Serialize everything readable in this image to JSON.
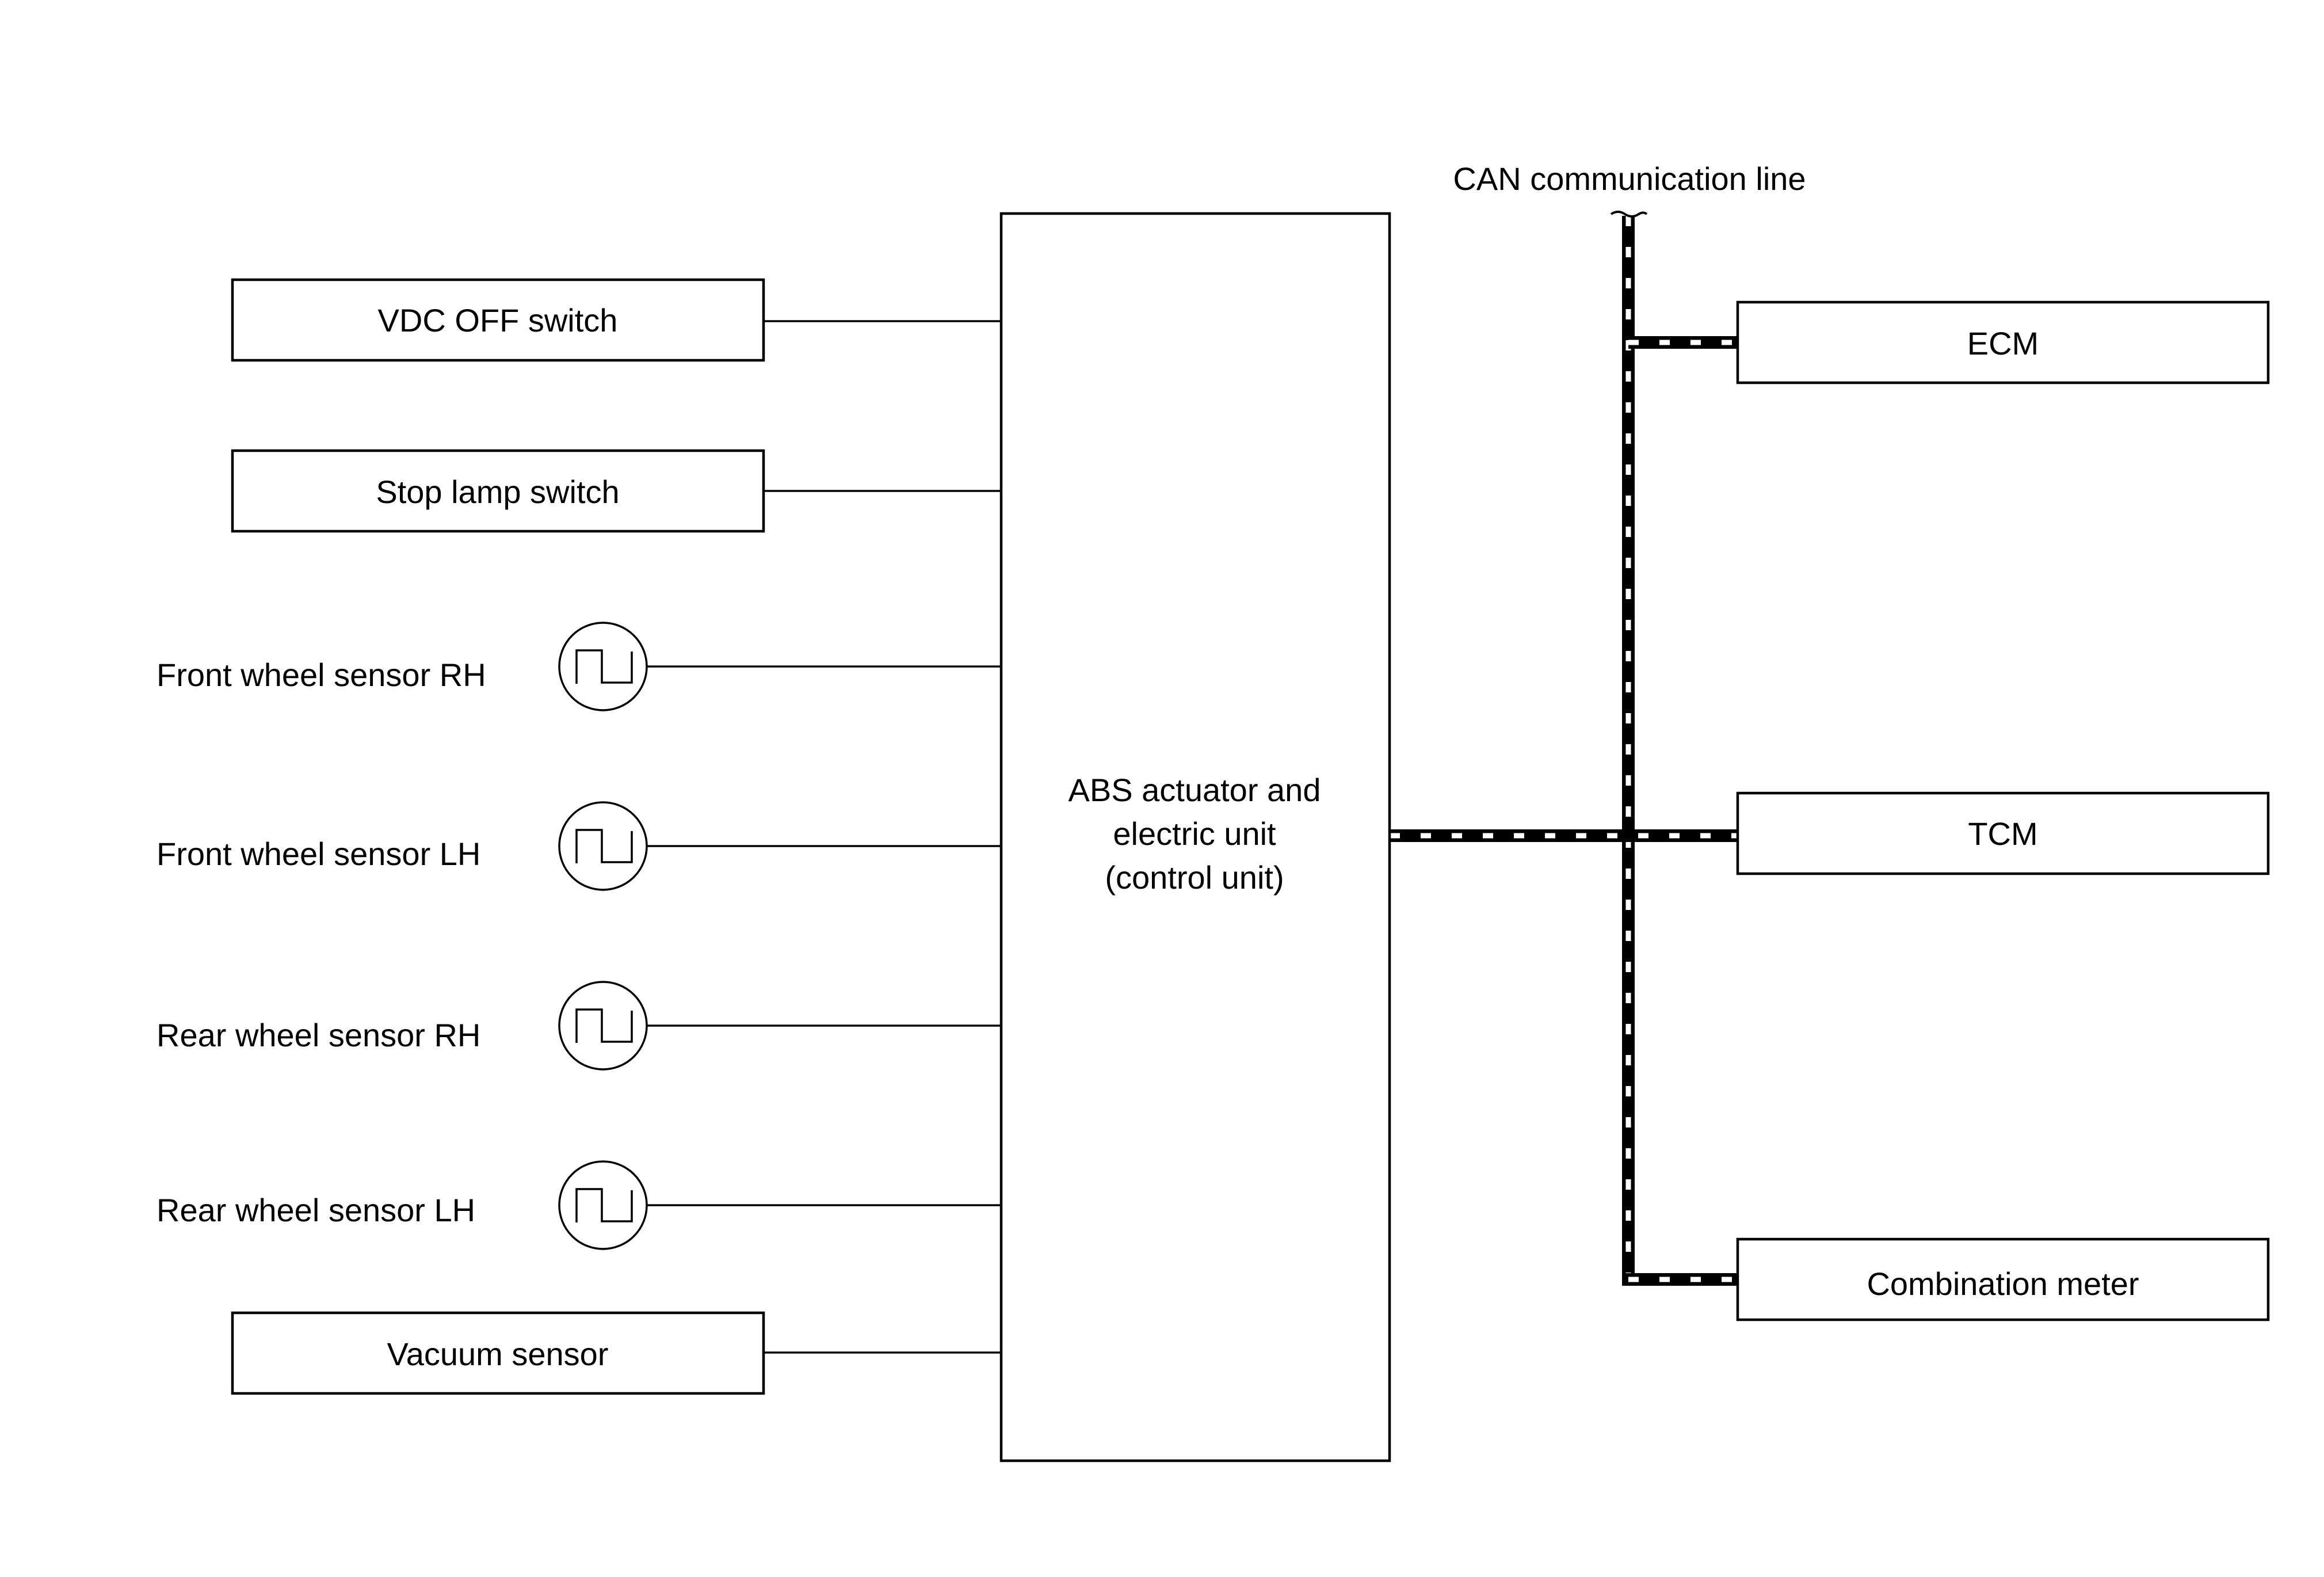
{
  "diagram": {
    "can_label": "CAN communication line",
    "control_unit": {
      "line1": "ABS actuator and",
      "line2": "electric unit",
      "line3": "(control unit)"
    },
    "inputs": {
      "vdc_off_switch": "VDC OFF switch",
      "stop_lamp_switch": "Stop lamp switch",
      "front_wheel_sensor_rh": "Front wheel sensor RH",
      "front_wheel_sensor_lh": "Front wheel sensor LH",
      "rear_wheel_sensor_rh": "Rear wheel sensor RH",
      "rear_wheel_sensor_lh": "Rear wheel sensor LH",
      "vacuum_sensor": "Vacuum sensor"
    },
    "can_nodes": {
      "ecm": "ECM",
      "tcm": "TCM",
      "combination_meter": "Combination meter"
    },
    "icons": {
      "sensor": "square-pulse-sensor-icon"
    },
    "colors": {
      "line": "#000000",
      "background": "#ffffff"
    }
  }
}
